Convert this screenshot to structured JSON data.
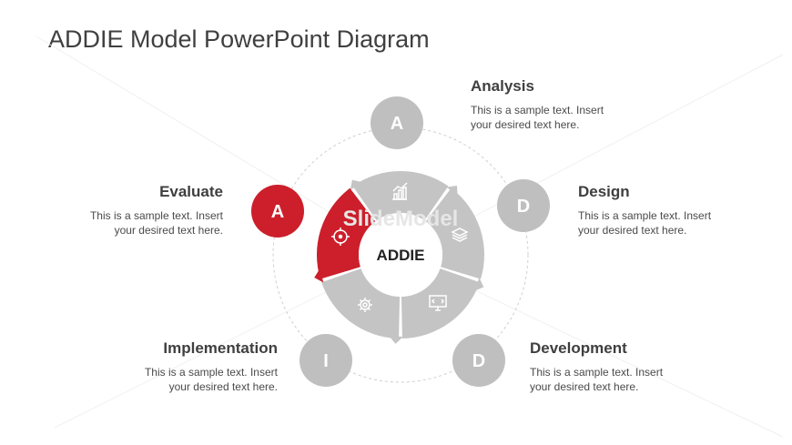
{
  "title": "ADDIE Model PowerPoint Diagram",
  "center_label": "ADDIE",
  "watermark": "SlideModel",
  "colors": {
    "accent": "#cc1f2b",
    "gray": "#bfbfbf",
    "ring_gray": "#c4c4c4"
  },
  "phases": [
    {
      "letter": "A",
      "heading": "Analysis",
      "desc_line1": "This is a sample text. Insert",
      "desc_line2": "your desired text here.",
      "icon": "chart-icon"
    },
    {
      "letter": "D",
      "heading": "Design",
      "desc_line1": "This is a sample text. Insert",
      "desc_line2": "your desired text here.",
      "icon": "layers-icon"
    },
    {
      "letter": "D",
      "heading": "Development",
      "desc_line1": "This is a sample text. Insert",
      "desc_line2": "your desired text here.",
      "icon": "code-monitor-icon"
    },
    {
      "letter": "I",
      "heading": "Implementation",
      "desc_line1": "This is a sample text. Insert",
      "desc_line2": "your desired text here.",
      "icon": "gear-icon"
    },
    {
      "letter": "A",
      "heading": "Evaluate",
      "desc_line1": "This is a sample text. Insert",
      "desc_line2": "your desired text here.",
      "icon": "target-icon",
      "highlighted": true
    }
  ]
}
